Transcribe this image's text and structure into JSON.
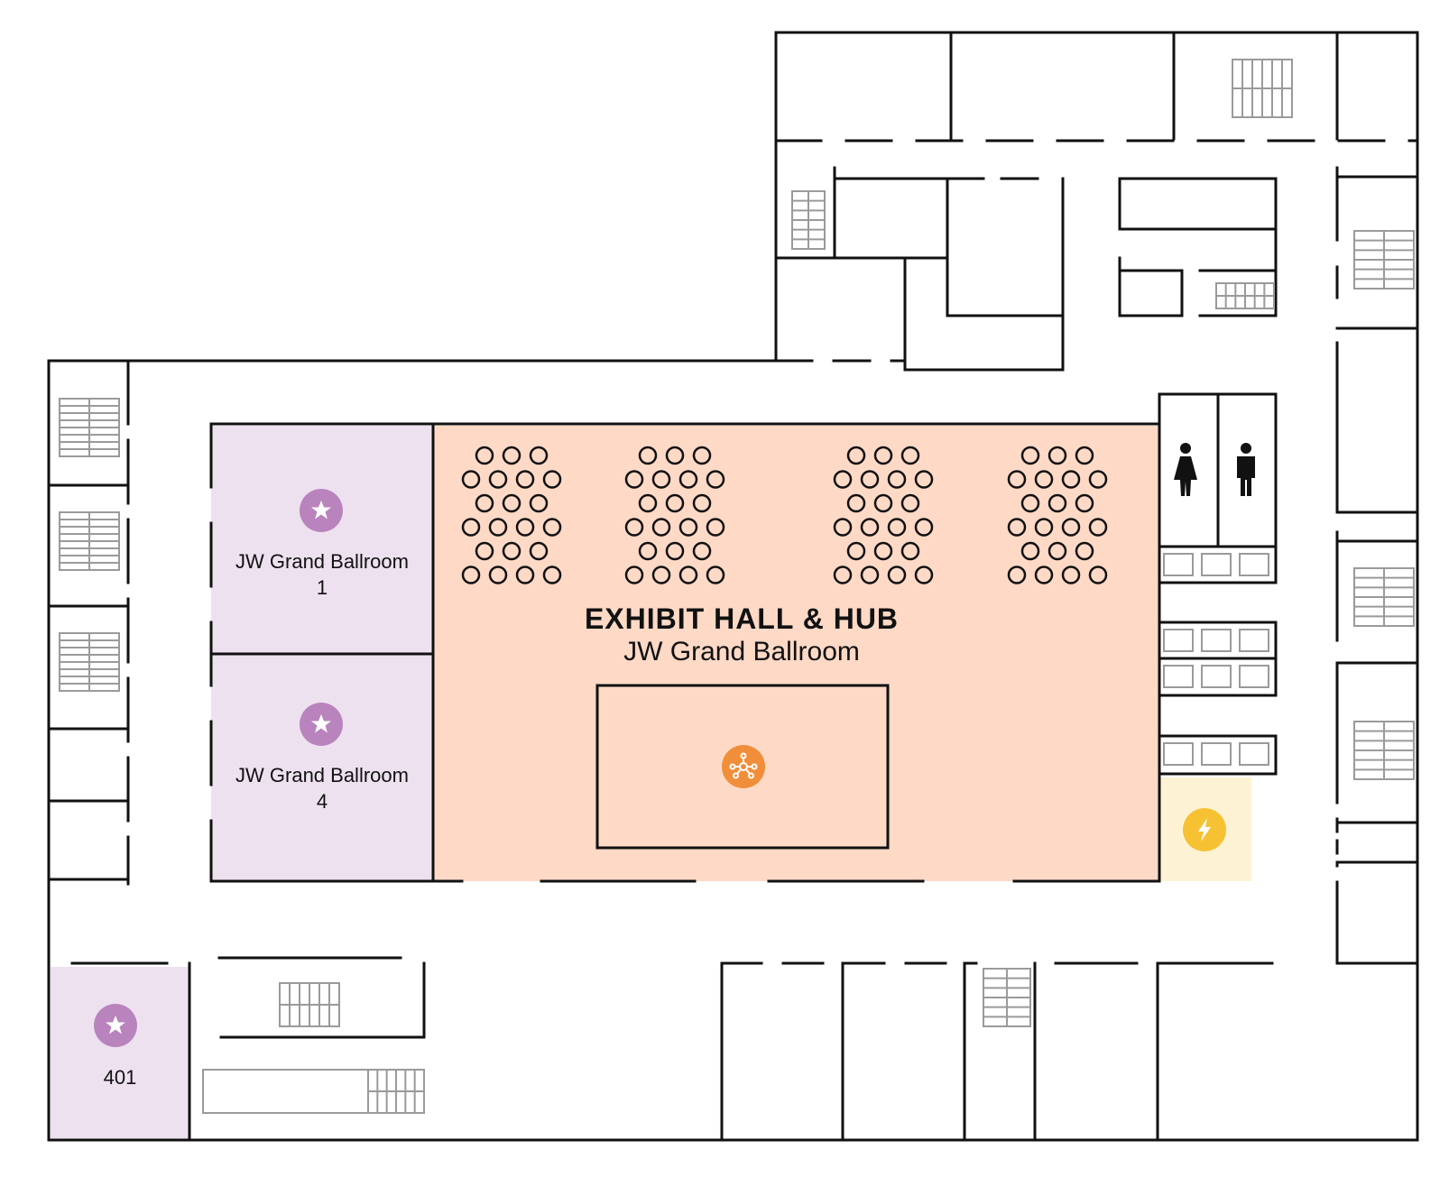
{
  "map": {
    "colors": {
      "exhibit_hall": "#fdd9c6",
      "meeting_room": "#ede1ef",
      "power_zone": "#fdf3d4",
      "star_marker": "#b983bd",
      "hub_marker": "#f08e3a",
      "power_marker": "#f6c233",
      "stairs": "#9a9a9a",
      "walls": "#111111"
    },
    "exhibit_hall": {
      "title": "EXHIBIT HALL & HUB",
      "subtitle": "JW Grand Ballroom",
      "hub_icon": "network-hub-icon"
    },
    "rooms": [
      {
        "id": "ballroom-1",
        "line1": "JW Grand Ballroom",
        "line2": "1",
        "icon": "star-icon"
      },
      {
        "id": "ballroom-4",
        "line1": "JW Grand Ballroom",
        "line2": "4",
        "icon": "star-icon"
      },
      {
        "id": "room-401",
        "line1": "401",
        "icon": "star-icon"
      }
    ],
    "power_station": {
      "icon": "lightning-bolt-icon"
    },
    "restrooms": [
      {
        "icon": "women-restroom-icon"
      },
      {
        "icon": "men-restroom-icon"
      }
    ],
    "stairs_icon": "stairs-icon"
  }
}
